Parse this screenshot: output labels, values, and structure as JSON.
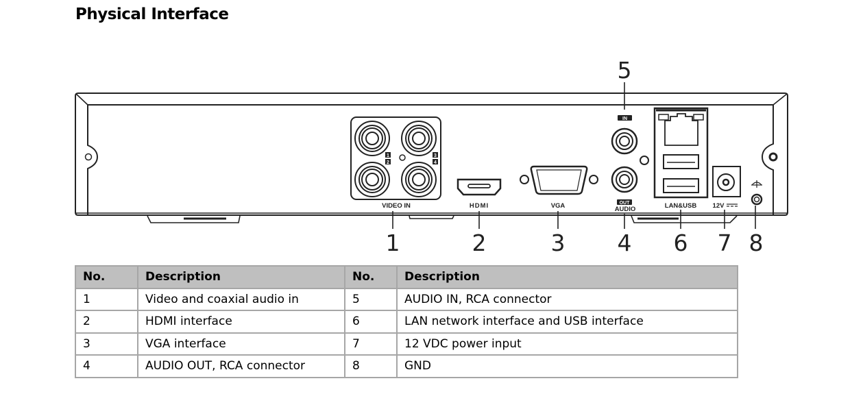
{
  "page": {
    "title": "Physical Interface"
  },
  "diagram": {
    "port_labels": {
      "video_in": "VIDEO IN",
      "hdmi": "HDMI",
      "vga": "VGA",
      "audio_in_tag": "IN",
      "audio_out_tag": "OUT",
      "audio": "AUDIO",
      "lan_usb": "LAN&USB",
      "power": "12V",
      "channel_1": "1",
      "channel_2": "2",
      "channel_3": "3",
      "channel_4": "4"
    },
    "callouts": [
      "1",
      "2",
      "3",
      "4",
      "5",
      "6",
      "7",
      "8"
    ],
    "icons": {
      "ground": "ground-icon",
      "dc": "dc-symbol-icon"
    }
  },
  "table": {
    "headers": [
      "No.",
      "Description",
      "No.",
      "Description"
    ],
    "rows": [
      {
        "no_a": "1",
        "desc_a": "Video and coaxial audio in",
        "no_b": "5",
        "desc_b": "AUDIO IN, RCA connector"
      },
      {
        "no_a": "2",
        "desc_a": "HDMI interface",
        "no_b": "6",
        "desc_b": "LAN network interface and USB interface"
      },
      {
        "no_a": "3",
        "desc_a": "VGA interface",
        "no_b": "7",
        "desc_b": "12 VDC power input"
      },
      {
        "no_a": "4",
        "desc_a": "AUDIO OUT, RCA connector",
        "no_b": "8",
        "desc_b": "GND"
      }
    ]
  }
}
